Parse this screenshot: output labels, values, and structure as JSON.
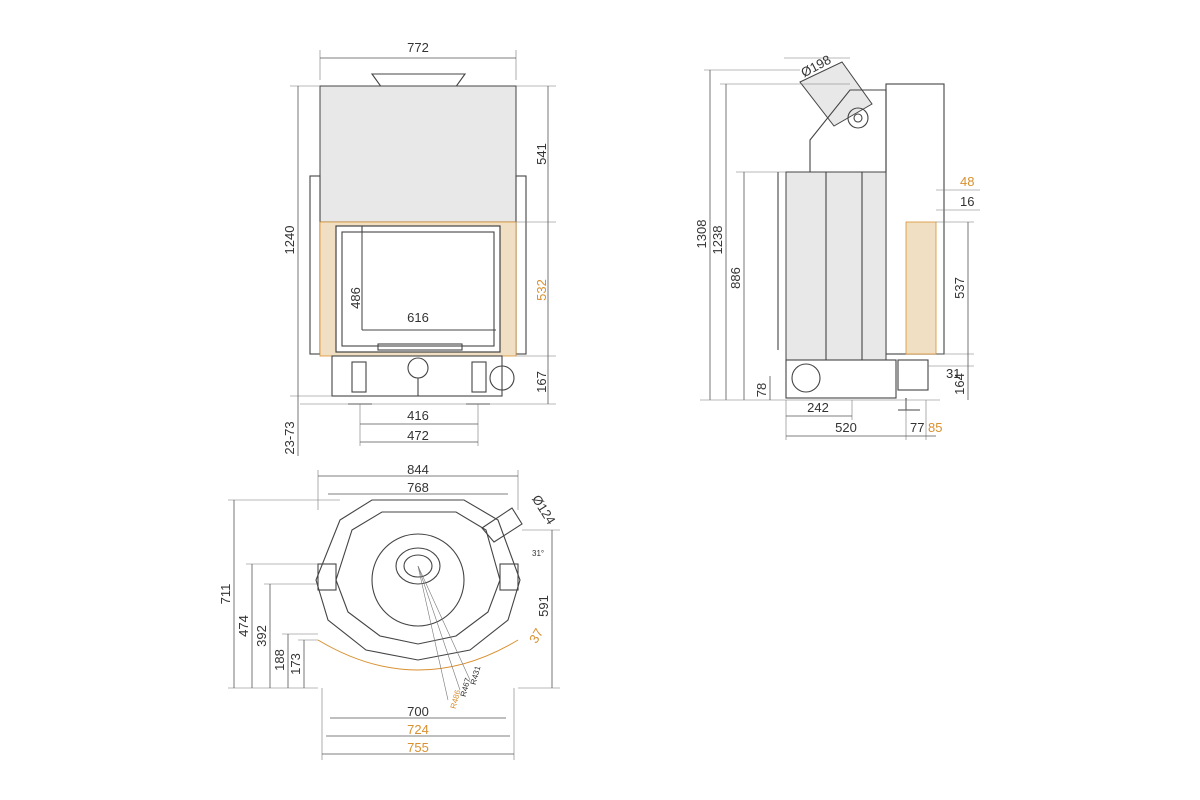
{
  "front_view": {
    "width_top": "772",
    "height_total": "1240",
    "upper_height": "541",
    "door_height": "532",
    "glass_height": "486",
    "glass_width": "616",
    "base_height": "167",
    "leg_adjust": "23-73",
    "leg_spacing_inner": "416",
    "leg_spacing_outer": "472"
  },
  "side_view": {
    "flue_diameter": "Ø198",
    "height_flue": "1308",
    "height_body": "1238",
    "height_inner": "886",
    "front_offset_top": "48",
    "front_offset_small": "16",
    "door_height": "537",
    "bottom_offset_small": "31",
    "bottom_height": "164",
    "air_inlet_height": "78",
    "air_inlet_offset": "242",
    "depth": "520",
    "front_depth": "77",
    "front_depth_accent": "85"
  },
  "top_view": {
    "width_total": "844",
    "width_inner": "768",
    "air_diameter": "Ø124",
    "angle": "31°",
    "depth_total": "711",
    "depth_474": "474",
    "depth_392": "392",
    "depth_188": "188",
    "depth_173": "173",
    "depth_right": "591",
    "offset_accent": "37",
    "radius_1": "R431",
    "radius_2": "R467",
    "radius_3": "R486",
    "width_700": "700",
    "width_724": "724",
    "width_755": "755"
  },
  "colors": {
    "accent": "#d9902f",
    "line": "#555555",
    "body": "#e8e8e8"
  }
}
